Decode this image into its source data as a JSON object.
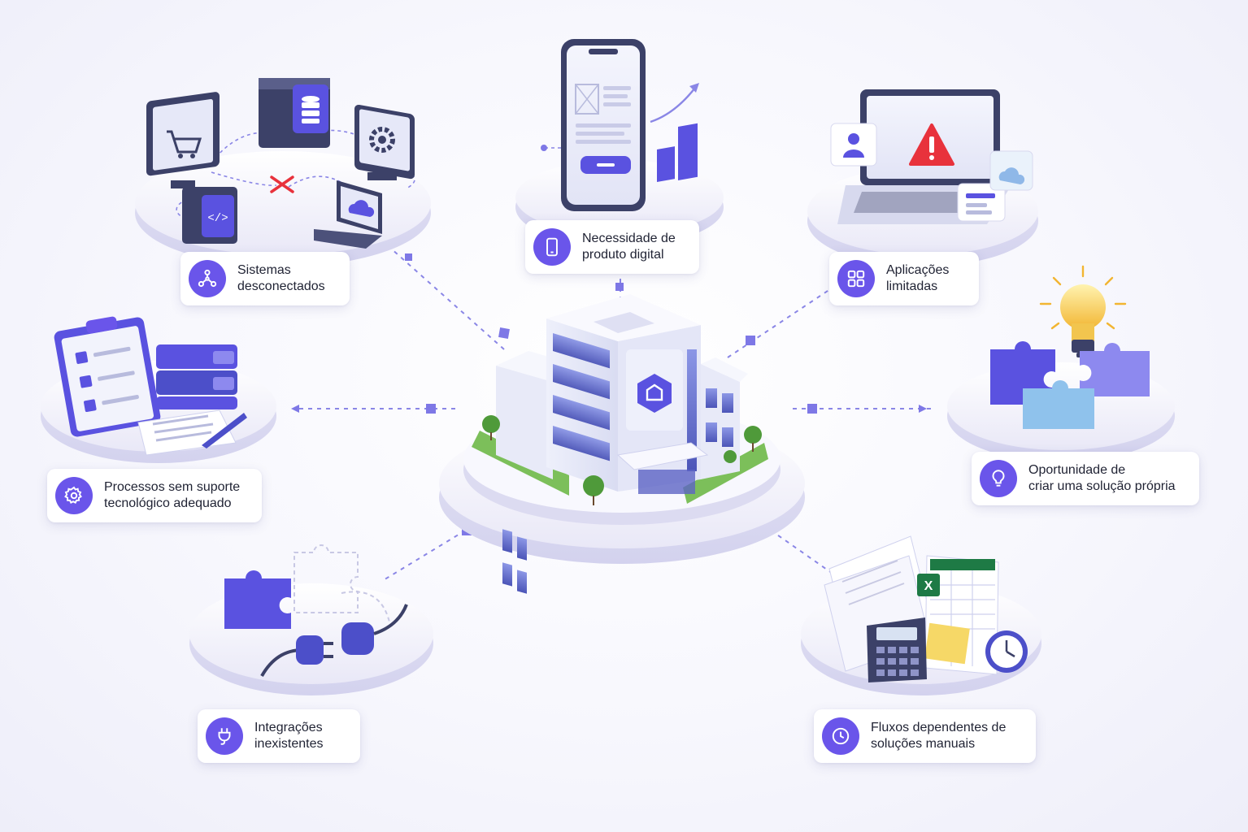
{
  "theme": {
    "accent": "#6a55ea",
    "accent_dark": "#4c4fc9",
    "platform": "#ecebf8",
    "connector": "#8a86e6",
    "warning": "#e8323c",
    "spreadsheet_green": "#1e7a45",
    "note_yellow": "#f6d867"
  },
  "center": {
    "icon": "building-icon",
    "badge_icon": "home-shield-icon"
  },
  "nodes": [
    {
      "id": "disconnected",
      "icon": "network-nodes-icon",
      "lines": [
        "Sistemas",
        "desconectados"
      ]
    },
    {
      "id": "digital-product",
      "icon": "smartphone-icon",
      "lines": [
        "Necessidade de",
        "produto digital"
      ]
    },
    {
      "id": "limited-apps",
      "icon": "grid-icon",
      "lines": [
        "Aplicações",
        "limitadas"
      ]
    },
    {
      "id": "processes",
      "icon": "gear-icon",
      "lines": [
        "Processos sem suporte",
        "tecnológico adequado"
      ]
    },
    {
      "id": "opportunity",
      "icon": "lightbulb-icon",
      "lines": [
        "Oportunidade de",
        "criar uma solução própria"
      ]
    },
    {
      "id": "integrations",
      "icon": "plug-icon",
      "lines": [
        "Integrações",
        "inexistentes"
      ]
    },
    {
      "id": "manual-flows",
      "icon": "clock-icon",
      "lines": [
        "Fluxos dependentes de",
        "soluções manuais"
      ]
    }
  ]
}
